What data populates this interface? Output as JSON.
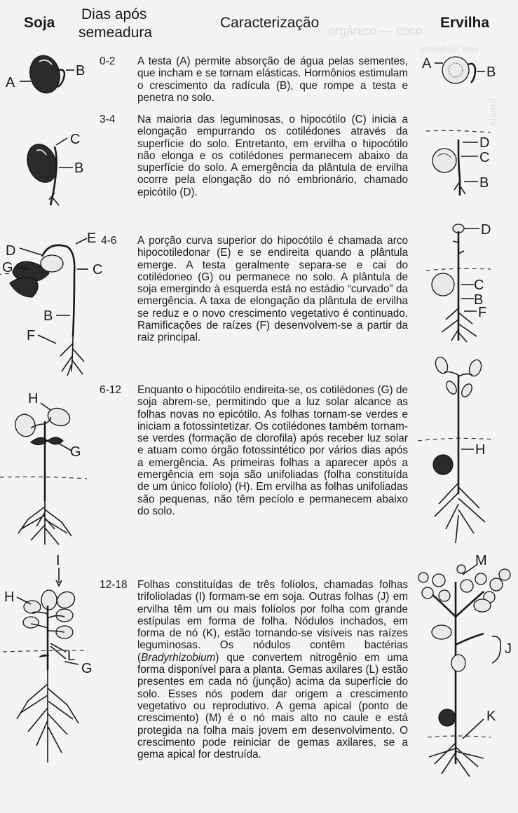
{
  "header": {
    "soja": "Soja",
    "dias_line1": "Dias após",
    "dias_line2": "semeadura",
    "caracterizacao": "Caracterização",
    "ervilha": "Ervilha"
  },
  "stages": [
    {
      "days": "0-2",
      "text": "A testa (A) permite absorção de água pelas sementes, que incham e se tornam elásticas. Hormônios estimulam o crescimento da radícula (B), que rompe a testa e penetra no solo."
    },
    {
      "days": "3-4",
      "text": "Na maioria das leguminosas, o hipocótilo (C) inicia a elongação empurrando os cotilédones através da superfície do solo. Entretanto, em ervilha o hipocótilo não elonga e os cotilédones permanecem abaixo da superfície do solo. A emergência da plântula de ervilha ocorre pela elongação do nó embrionário, chamado epicótilo (D)."
    },
    {
      "days": "4-6",
      "text": "A porção curva superior do hipocótilo é chamada arco hipocotiledonar (E) e se endireita quando a plântula emerge. A testa geralmente separa-se e cai do cotilédoneo (G) ou permanece no solo. A plântula de soja emergindo à esquerda está no estádio “curvado” da emergência. A taxa de elongação da plântula de ervilha se reduz e o novo crescimento vegetativo é continuado. Ramificações de raízes (F) desenvolvem-se a partir da raiz principal."
    },
    {
      "days": "6-12",
      "text": "Enquanto o hipocótilo endireita-se, os cotilédones (G) de soja abrem-se, permitindo que a luz solar alcance as folhas novas no epicótilo. As folhas tornam-se verdes e iniciam a fotossintetizar. Os cotilédones também tornam-se verdes (formação de clorofila) após receber luz solar e atuam como órgão fotossintético por vários dias após a emergência. As primeiras folhas a aparecer após a emergência em soja são unifoliadas (folha constituída de um único folíolo) (H). Em ervilha as folhas unifoliadas são pequenas, não têm pecíolo e permanecem abaixo do solo."
    },
    {
      "days": "12-18",
      "text_before_italic": "Folhas constituídas de três folíolos, chamadas folhas trifolioladas (I) formam-se em soja. Outras folhas (J) em ervilha têm um ou mais folíolos por folha com grande estípulas em forma de folha. Nódulos inchados, em forma de nó (K), estão tornando-se visíveis nas raízes leguminosas. Os nódulos contêm bactérias (",
      "italic": "Bradyrhizobium",
      "text_after_italic": ") que convertem nitrogênio em uma forma disponível para a planta. Gemas axilares (L) estão presentes em cada nó (junção) acima da superfície do solo. Esses nós podem dar origem a crescimento vegetativo ou reprodutivo. A gema apical (ponto de crescimento) (M) é o nó mais alto no caule e está protegida na folha mais jovem em desenvolvimento. O crescimento pode reiniciar de gemas axilares, se a gema apical for destruída."
    }
  ],
  "figure_labels": {
    "soja_1": [
      "A",
      "B"
    ],
    "ervilha_1": [
      "A",
      "B"
    ],
    "soja_2": [
      "C",
      "B"
    ],
    "ervilha_2": [
      "D",
      "C",
      "B"
    ],
    "soja_3": [
      "E",
      "D",
      "G",
      "C",
      "B",
      "F"
    ],
    "ervilha_3": [
      "D",
      "C",
      "B",
      "F"
    ],
    "soja_4": [
      "H",
      "G"
    ],
    "ervilha_4": [
      "H"
    ],
    "soja_5": [
      "I",
      "H",
      "L",
      "G"
    ],
    "ervilha_5": [
      "M",
      "J",
      "K"
    ]
  },
  "bleed_through": {
    "line1": "orgânico — coco",
    "line2": "ermelhar, trev",
    "side": "(mm)v"
  }
}
